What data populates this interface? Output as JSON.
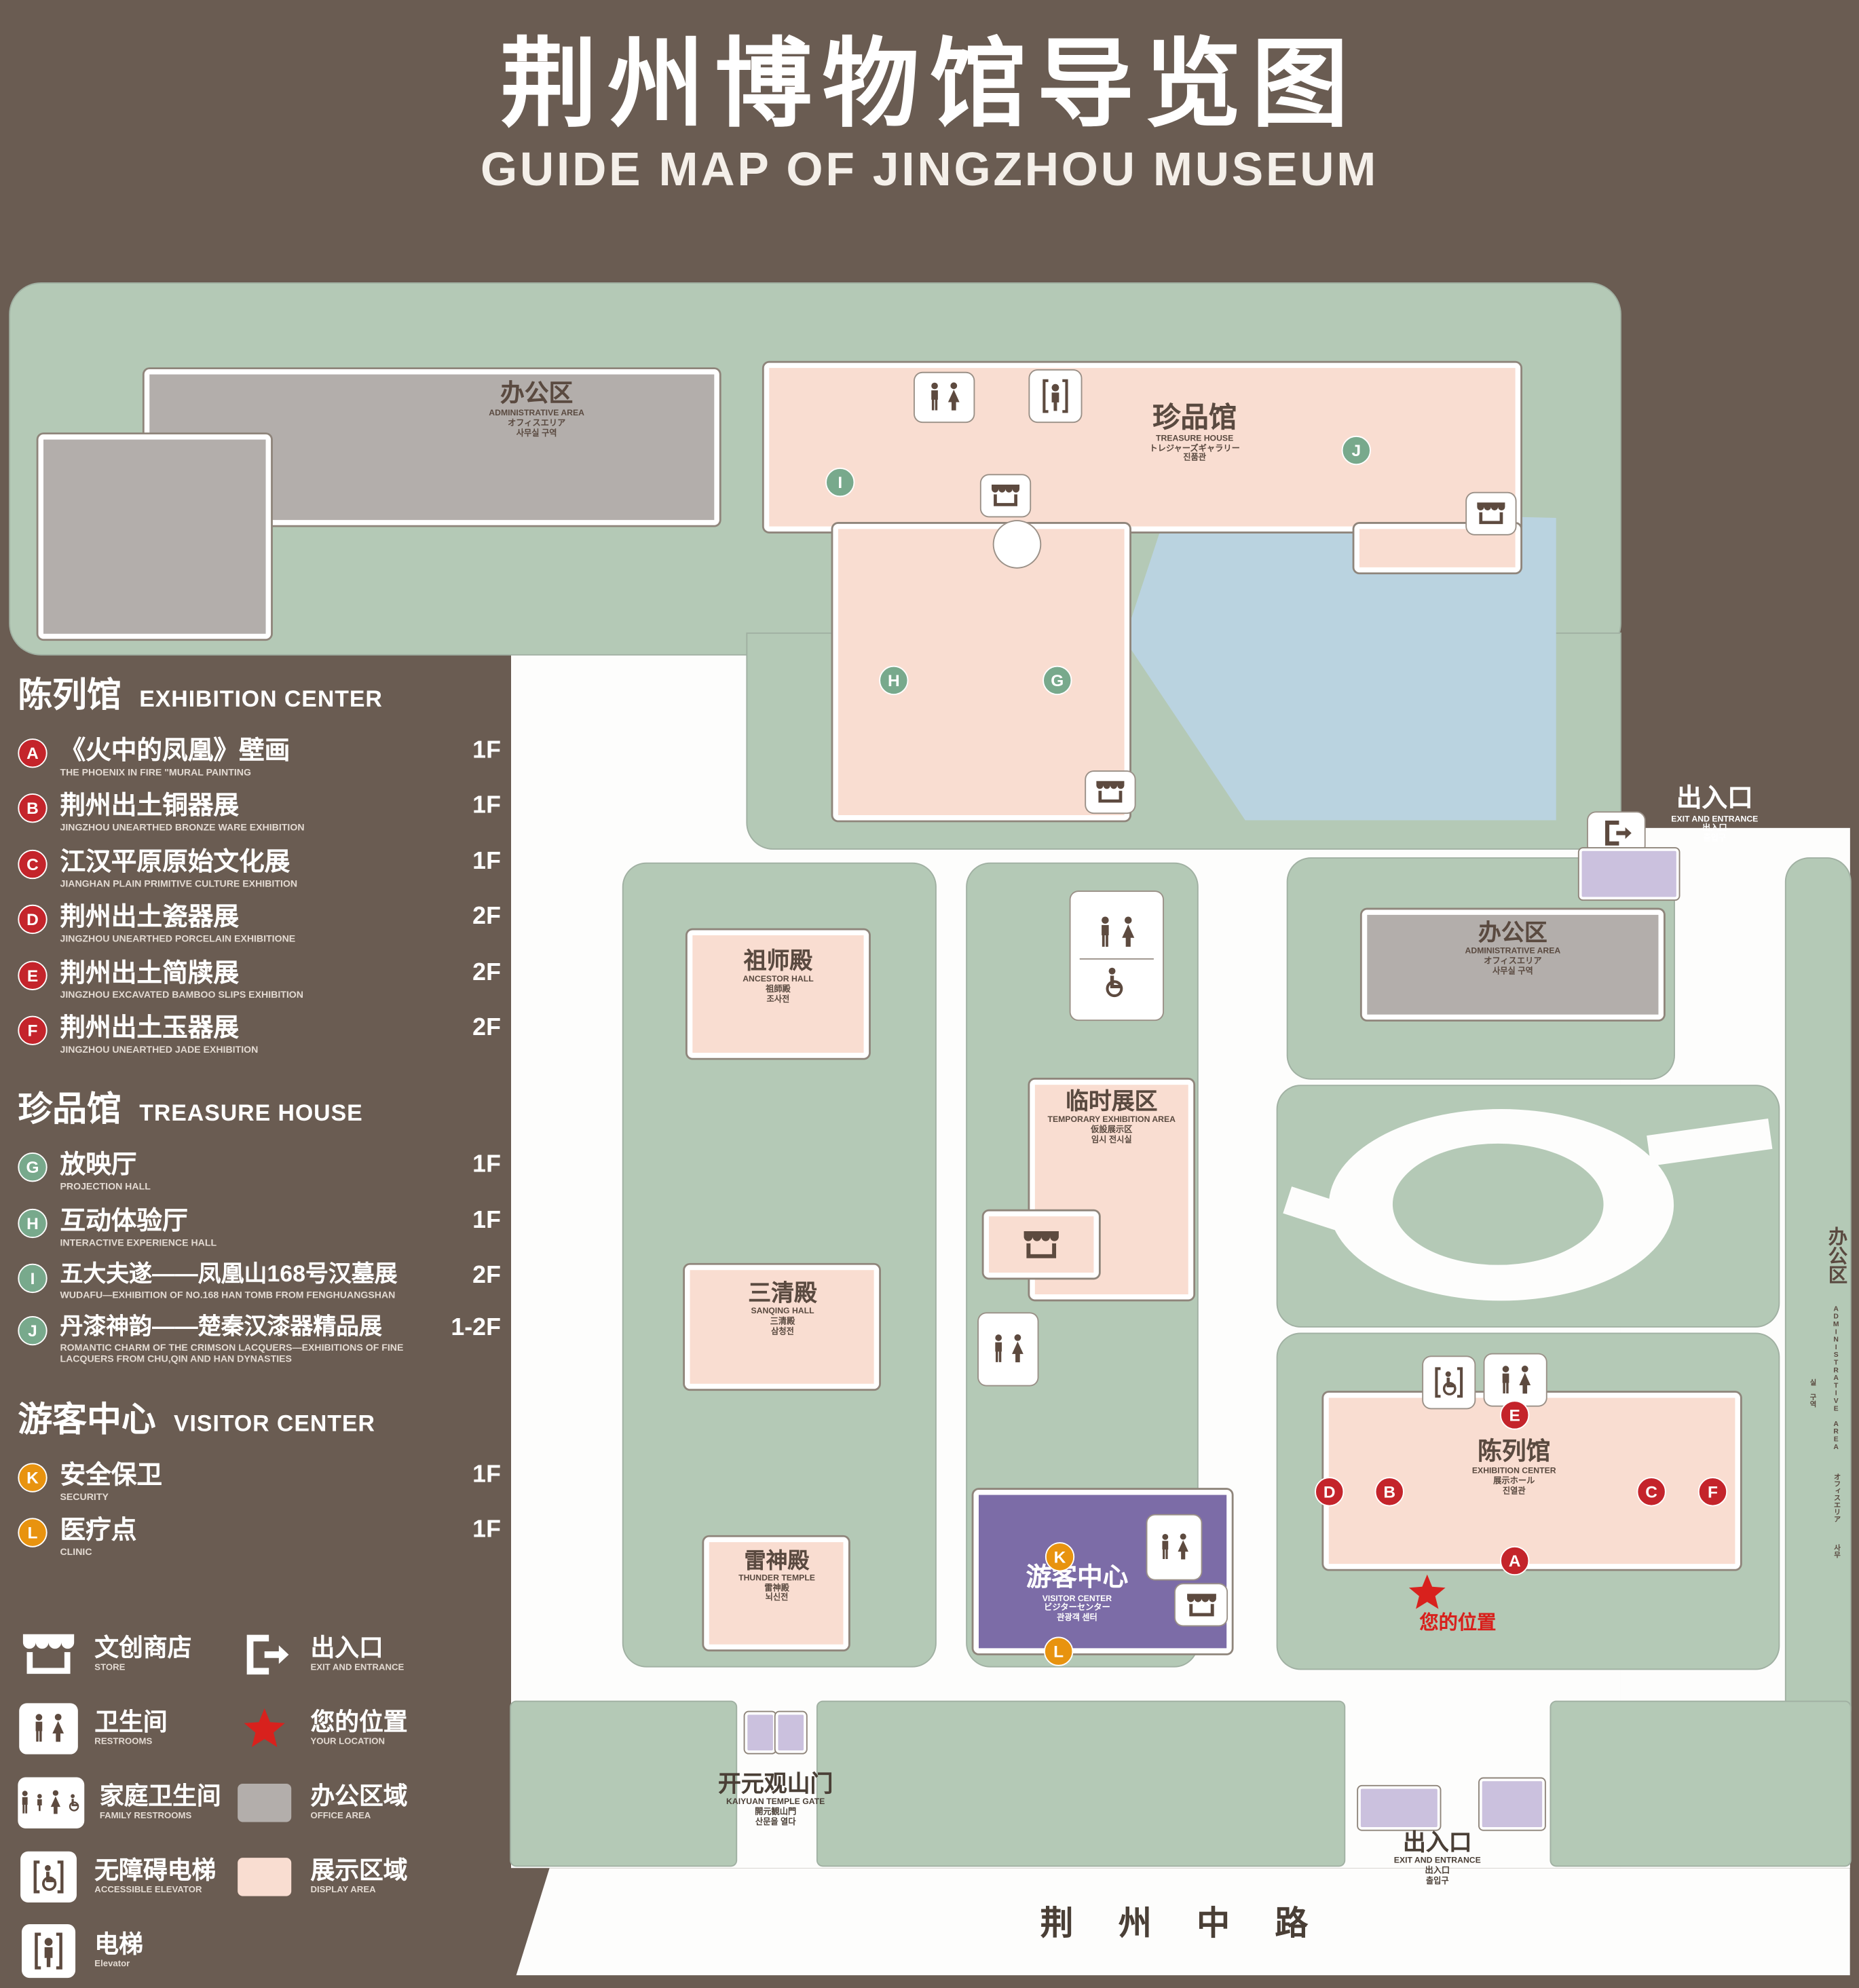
{
  "header": {
    "title": "荆州博物馆导览图",
    "subtitle": "GUIDE MAP OF JINGZHOU MUSEUM"
  },
  "colors": {
    "background": "#6a5c52",
    "lawn": "#b4c9b6",
    "display_area": "#f9ddd1",
    "office_area": "#b3aeab",
    "pond": "#bad3e0",
    "visitor_center": "#7c6ca7",
    "marker_red": "#c4242b",
    "marker_green": "#78a98c",
    "marker_orange": "#e8930f",
    "location_red": "#d8211d"
  },
  "legend": {
    "sections": [
      {
        "zh": "陈列馆",
        "en": "EXHIBITION CENTER",
        "items": [
          {
            "letter": "A",
            "zh": "《火中的凤凰》壁画",
            "en": "THE PHOENIX IN FIRE \"MURAL PAINTING",
            "floor": "1F"
          },
          {
            "letter": "B",
            "zh": "荆州出土铜器展",
            "en": "JINGZHOU UNEARTHED BRONZE WARE EXHIBITION",
            "floor": "1F"
          },
          {
            "letter": "C",
            "zh": "江汉平原原始文化展",
            "en": "JIANGHAN PLAIN PRIMITIVE CULTURE EXHIBITION",
            "floor": "1F"
          },
          {
            "letter": "D",
            "zh": "荆州出土瓷器展",
            "en": "JINGZHOU UNEARTHED PORCELAIN EXHIBITIONE",
            "floor": "2F"
          },
          {
            "letter": "E",
            "zh": "荆州出土简牍展",
            "en": "JINGZHOU EXCAVATED BAMBOO SLIPS EXHIBITION",
            "floor": "2F"
          },
          {
            "letter": "F",
            "zh": "荆州出土玉器展",
            "en": "JINGZHOU UNEARTHED JADE EXHIBITION",
            "floor": "2F"
          }
        ]
      },
      {
        "zh": "珍品馆",
        "en": "TREASURE HOUSE",
        "items": [
          {
            "letter": "G",
            "zh": "放映厅",
            "en": "PROJECTION HALL",
            "floor": "1F"
          },
          {
            "letter": "H",
            "zh": "互动体验厅",
            "en": "INTERACTIVE EXPERIENCE HALL",
            "floor": "1F"
          },
          {
            "letter": "I",
            "zh": "五大夫遂——凤凰山168号汉墓展",
            "en": "WUDAFU—EXHIBITION OF NO.168 HAN TOMB FROM FENGHUANGSHAN",
            "floor": "2F"
          },
          {
            "letter": "J",
            "zh": "丹漆神韵——楚秦汉漆器精品展",
            "en": "ROMANTIC CHARM OF THE CRIMSON LACQUERS—EXHIBITIONS OF FINE LACQUERS FROM CHU,QIN AND HAN DYNASTIES",
            "floor": "1-2F"
          }
        ]
      },
      {
        "zh": "游客中心",
        "en": "VISITOR CENTER",
        "items": [
          {
            "letter": "K",
            "zh": "安全保卫",
            "en": "SECURITY",
            "floor": "1F"
          },
          {
            "letter": "L",
            "zh": "医疗点",
            "en": "CLINIC",
            "floor": "1F"
          }
        ]
      }
    ],
    "symbols": [
      {
        "icon": "store-icon",
        "zh": "文创商店",
        "en": "STORE"
      },
      {
        "icon": "exit-icon",
        "zh": "出入口",
        "en": "EXIT AND ENTRANCE"
      },
      {
        "icon": "restroom-icon",
        "zh": "卫生间",
        "en": "RESTROOMS"
      },
      {
        "icon": "location-star-icon",
        "zh": "您的位置",
        "en": "YOUR LOCATION"
      },
      {
        "icon": "family-restroom-icon",
        "zh": "家庭卫生间",
        "en": "FAMILY RESTROOMS"
      },
      {
        "icon": "office-swatch",
        "zh": "办公区域",
        "en": "OFFICE AREA"
      },
      {
        "icon": "accessible-elevator-icon",
        "zh": "无障碍电梯",
        "en": "ACCESSIBLE ELEVATOR"
      },
      {
        "icon": "display-swatch",
        "zh": "展示区域",
        "en": "DISPLAY AREA"
      },
      {
        "icon": "elevator-icon",
        "zh": "电梯",
        "en": "Elevator"
      }
    ]
  },
  "map": {
    "admin": {
      "zh": "办公区",
      "en": "ADMINISTRATIVE AREA",
      "ja": "オフィスエリア",
      "ko": "사무실 구역"
    },
    "treasure_house": {
      "zh": "珍品馆",
      "en": "TREASURE HOUSE",
      "ja": "トレジャーズギャラリー",
      "ko": "진품관"
    },
    "exit": {
      "zh": "出入口",
      "en": "EXIT AND ENTRANCE",
      "ja": "出入口",
      "ko": "출입구"
    },
    "ancestor_hall": {
      "zh": "祖师殿",
      "en": "ANCESTOR HALL",
      "ja": "祖師殿",
      "ko": "조사전"
    },
    "temporary_area": {
      "zh": "临时展区",
      "en": "TEMPORARY EXHIBITION AREA",
      "ja": "仮設展示区",
      "ko": "임시 전시실"
    },
    "sanqing_hall": {
      "zh": "三清殿",
      "en": "SANQING HALL",
      "ja": "三清殿",
      "ko": "삼청전"
    },
    "thunder_temple": {
      "zh": "雷神殿",
      "en": "THUNDER TEMPLE",
      "ja": "雷神殿",
      "ko": "뇌신전"
    },
    "visitor_center": {
      "zh": "游客中心",
      "en": "VISITOR CENTER",
      "ja": "ビジターセンター",
      "ko": "관광객 센터"
    },
    "exhibition_center": {
      "zh": "陈列馆",
      "en": "EXHIBITION CENTER",
      "ja": "展示ホール",
      "ko": "진열관"
    },
    "kaiyuan_gate": {
      "zh": "开元观山门",
      "en": "KAIYUAN TEMPLE GATE",
      "ja": "開元観山門",
      "ko": "산문을 열다"
    },
    "your_location": "您的位置",
    "road": "荆 州 中 路",
    "markers": {
      "a": "A",
      "b": "B",
      "c": "C",
      "d": "D",
      "e": "E",
      "f": "F",
      "g": "G",
      "h": "H",
      "i": "I",
      "j": "J",
      "k": "K",
      "l": "L"
    }
  }
}
